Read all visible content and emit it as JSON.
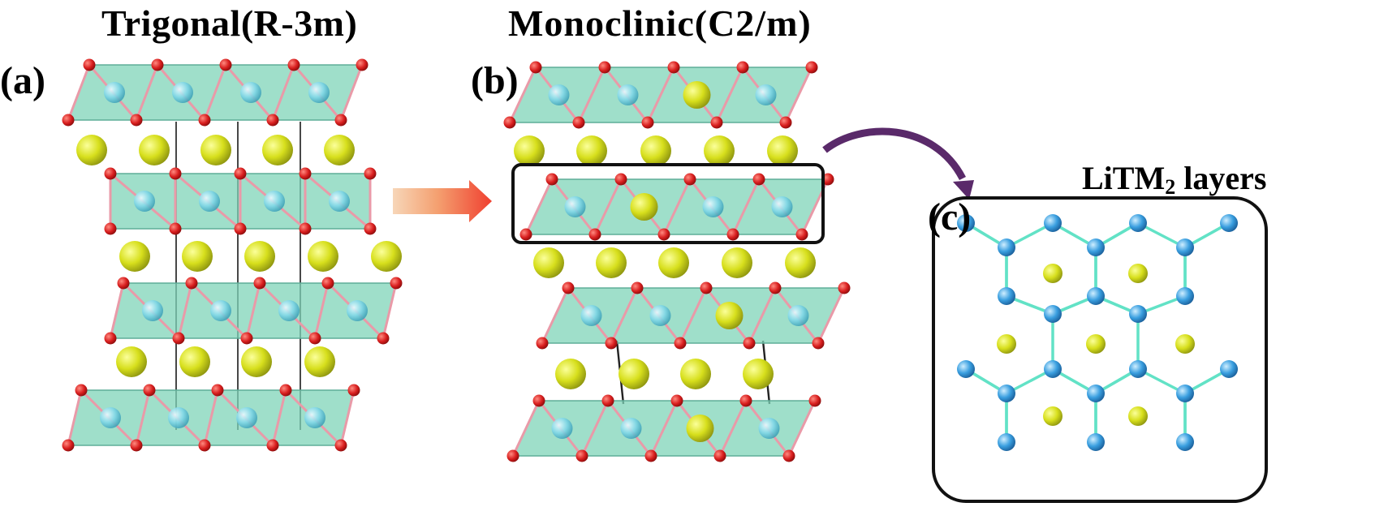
{
  "titles": {
    "trigonal": "Trigonal(R-3m)",
    "monoclinic": "Monoclinic(C2/m)"
  },
  "panel_labels": {
    "a": "(a)",
    "b": "(b)",
    "c": "(c)"
  },
  "layer_title": {
    "prefix": "LiTM",
    "subscript": "2",
    "suffix": " layers"
  },
  "colors": {
    "octahedron_fill": "#7fd4b8",
    "octahedron_edge": "#5fae98",
    "oxygen": "#d92020",
    "transition_metal": "#66cde0",
    "lithium": "#d8e020",
    "bond": "#e99aa8",
    "arrow": "#f06040",
    "curved_arrow": "#5a2a6a",
    "honeycomb_bond": "#62e2c6",
    "honeycomb_tm": "#3a9fe0"
  },
  "icons": {
    "transform_arrow": "right-arrow-icon",
    "curved_pointer": "curved-arrow-icon"
  }
}
